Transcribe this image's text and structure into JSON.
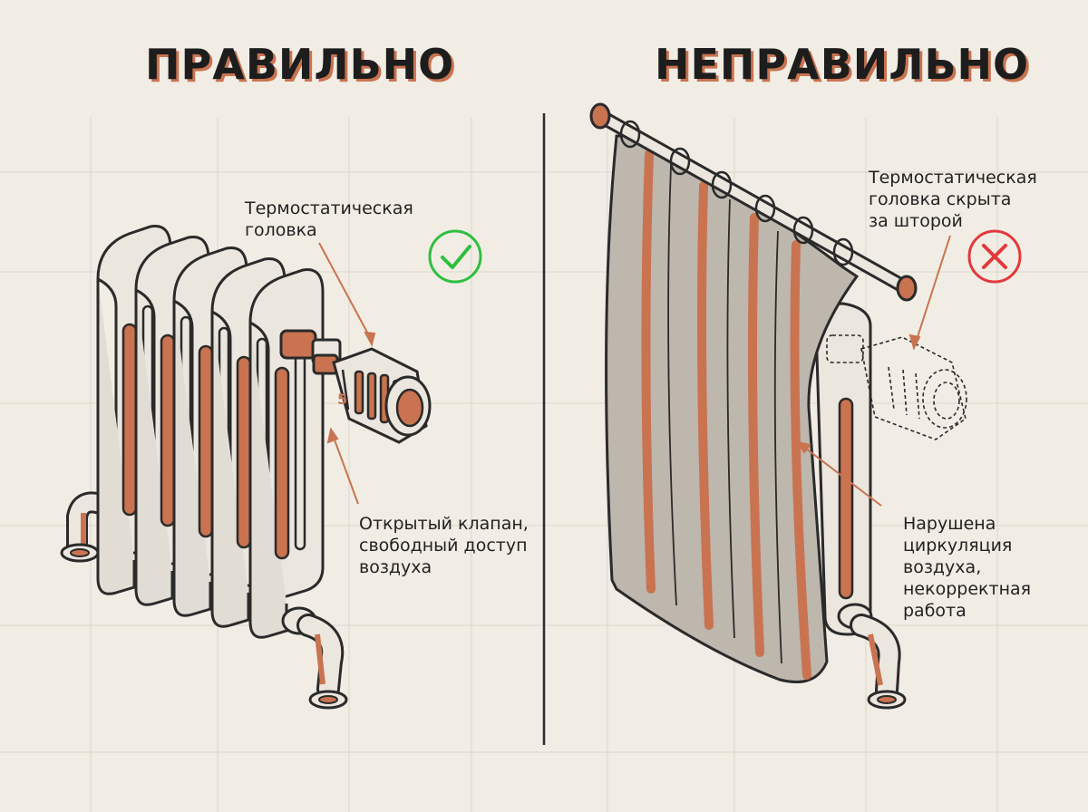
{
  "left_panel": {
    "heading": "ПРАВИЛЬНО",
    "callout_head": "Термостатическая\nголовка",
    "callout_valve": "Открытый клапан,\nсвободный доступ\nвоздуха",
    "dial_number": "5",
    "badge_icon": "check-icon",
    "badge_color": "#2fbf3f"
  },
  "right_panel": {
    "heading": "НЕПРАВИЛЬНО",
    "callout_head": "Термостатическая\nголовка скрыта\nза шторой",
    "callout_circulation": "Нарушена\nциркуляция\nвоздуха,\nнекорректная\nработа",
    "badge_icon": "cross-icon",
    "badge_color": "#e2393b"
  },
  "colors": {
    "background": "#f1ede4",
    "accent": "#c97350",
    "metal": "#ebe6de",
    "curtain": "#bdb7ae",
    "outline": "#2a2a2a"
  }
}
